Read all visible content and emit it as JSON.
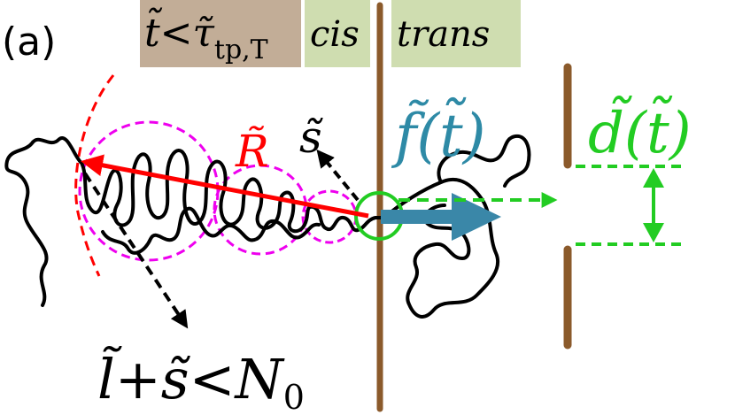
{
  "panel_label": "(a)",
  "tags": {
    "condition": {
      "t": "t̃<τ̃",
      "sub": "tp,T",
      "color": "#c2ad97"
    },
    "cis": {
      "text": "cis",
      "color": "#cfddb0"
    },
    "trans": {
      "text": "trans",
      "color": "#cfddb0"
    }
  },
  "labels": {
    "R": {
      "text": "R̃",
      "color": "#ff0000"
    },
    "s": {
      "text": "s̃",
      "color": "#000000"
    },
    "f": {
      "text": "f̃(t̃)",
      "color": "#2e8aa6"
    },
    "d": {
      "text": "d̃(t̃)",
      "color": "#22cc22"
    },
    "bottom": {
      "main": "l̃+s̃<N",
      "sub": "0",
      "color": "#000000"
    }
  },
  "colors": {
    "wall": "#8b5a2b",
    "polymer": "#000000",
    "blob": "#ee00ee",
    "arrow_R": "#ff0000",
    "arrow_f": "#3a87a8",
    "green": "#22cc22"
  }
}
